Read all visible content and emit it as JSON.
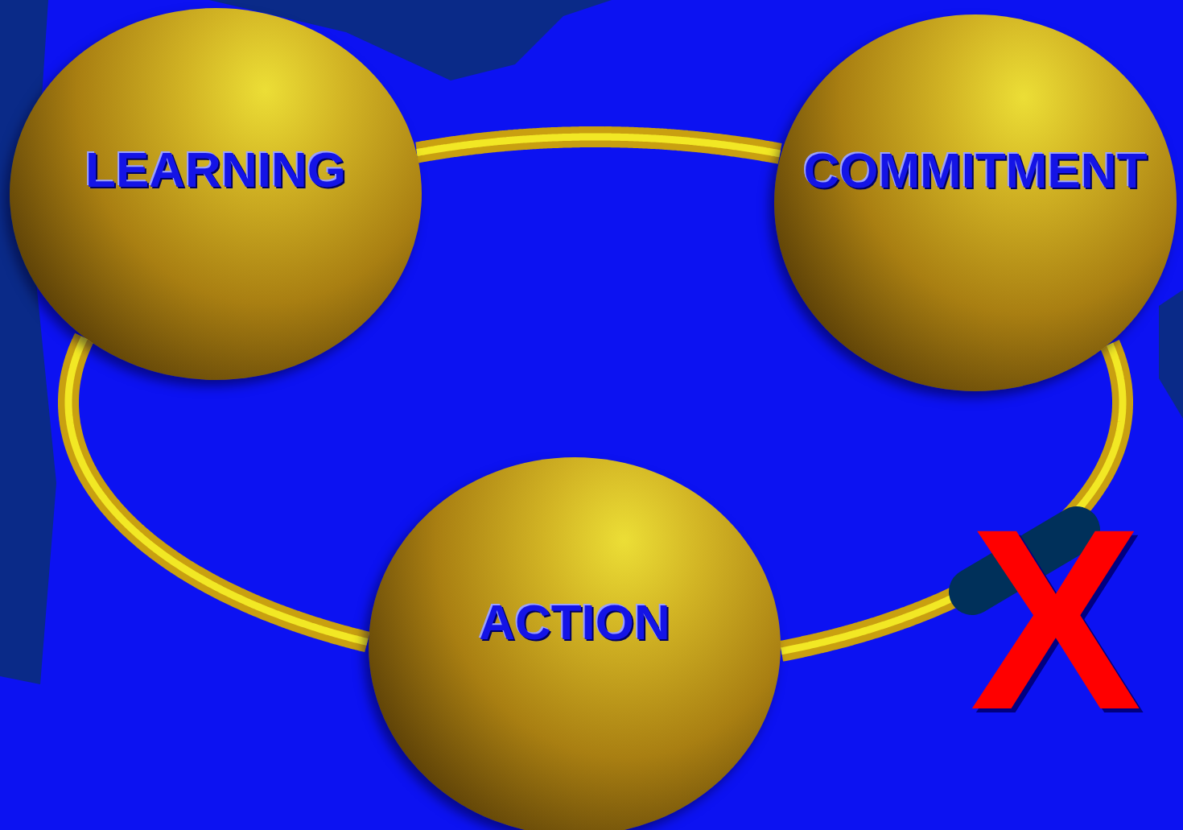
{
  "diagram": {
    "nodes": [
      {
        "text": [
          "LEARNING"
        ]
      },
      {
        "text": [
          "COMMITMENT"
        ]
      },
      {
        "text": [
          "ACTION"
        ]
      }
    ],
    "edges": [
      {
        "from": 0,
        "to": 1,
        "arrow": "none"
      },
      {
        "from": 0,
        "to": 2,
        "arrow": "none"
      },
      {
        "from": 1,
        "to": 2,
        "arrow": "none"
      }
    ],
    "labels": [
      "X"
    ]
  }
}
